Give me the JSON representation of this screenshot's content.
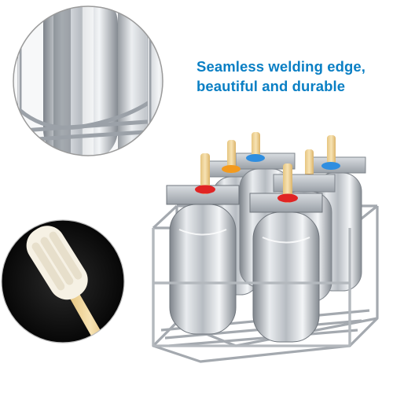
{
  "caption": {
    "line1": "Seamless welding edge,",
    "line2": "beautiful and durable"
  },
  "colors": {
    "caption_text": "#0a7fc4",
    "stick_wood": "#f2d9a0",
    "ring_orange": "#f39a1e",
    "ring_blue": "#2f8ee0",
    "ring_red": "#e02424",
    "steel_light": "#eef0f2",
    "steel_dark": "#8b9097",
    "popsicle_cream": "#f6f1e4"
  },
  "icons": {
    "detail_zoom": "weld-closeup-circle",
    "popsicle_zoom": "popsicle-closeup-circle",
    "product": "popsicle-mold-rack"
  }
}
